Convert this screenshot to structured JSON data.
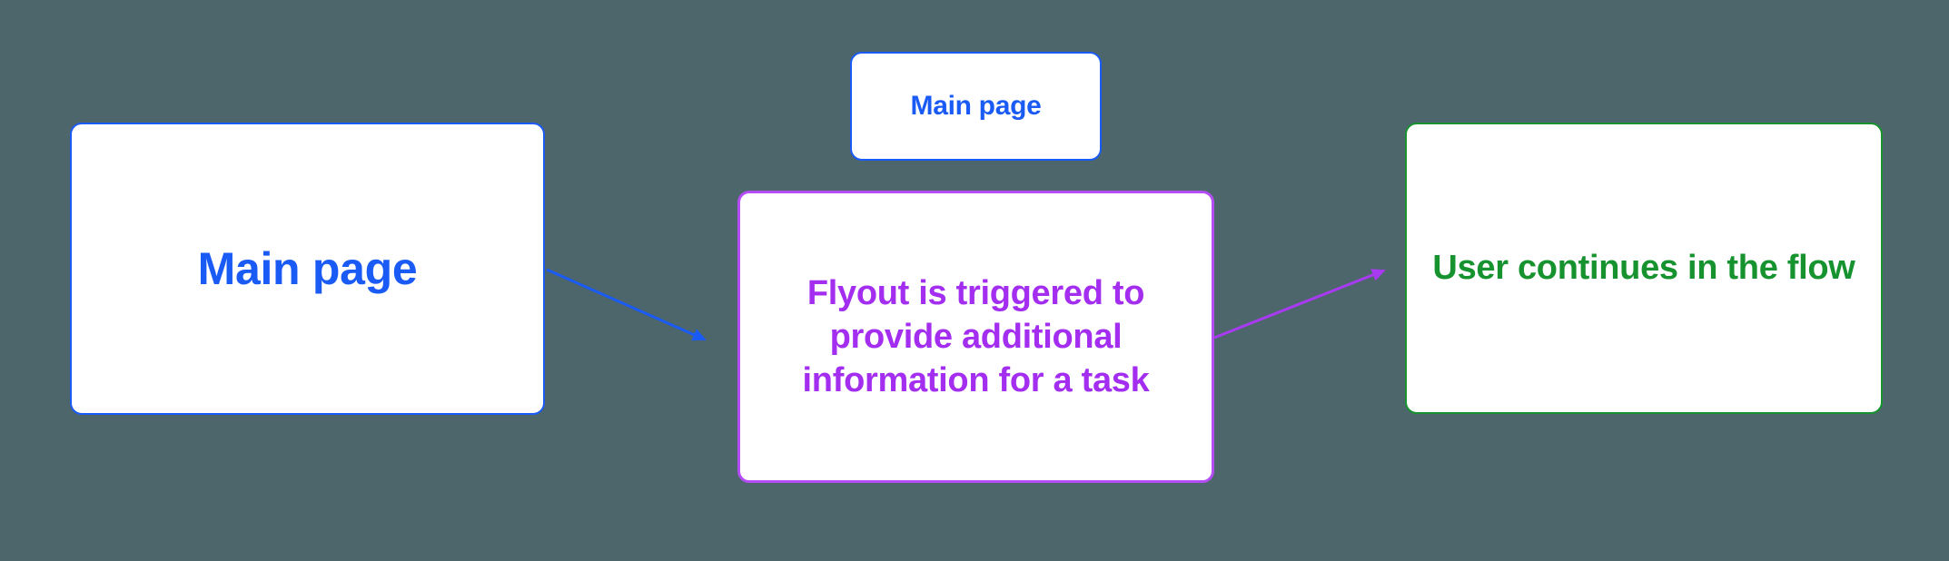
{
  "colors": {
    "background": "#4d666c",
    "blue": "#1b5bf5",
    "purple_text": "#a32ef0",
    "purple_border": "#b44df3",
    "purple_arrow": "#a83af2",
    "green": "#16932e",
    "box_fill": "#ffffff"
  },
  "nodes": {
    "main_page_large": {
      "label": "Main page"
    },
    "main_page_small": {
      "label": "Main page"
    },
    "flyout": {
      "label": "Flyout is triggered to provide additional information for a task"
    },
    "user_continues": {
      "label": "User continues in the flow"
    }
  },
  "arrows": {
    "main_to_flyout": {
      "from": "main_page_large",
      "to": "flyout",
      "color": "#1b5bf5"
    },
    "flyout_to_continue": {
      "from": "flyout",
      "to": "user_continues",
      "color": "#a83af2"
    }
  }
}
